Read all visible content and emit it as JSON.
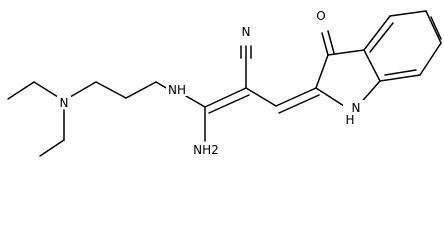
{
  "molecule": {
    "atom_labels": {
      "nitrile_n": "N",
      "carbonyl_o": "O",
      "diethyl_amine_n": "N",
      "secondary_amine_nh": "NH",
      "primary_amine_nh2": "NH2",
      "indole_nh": "H"
    },
    "indole_n_label": "N"
  }
}
